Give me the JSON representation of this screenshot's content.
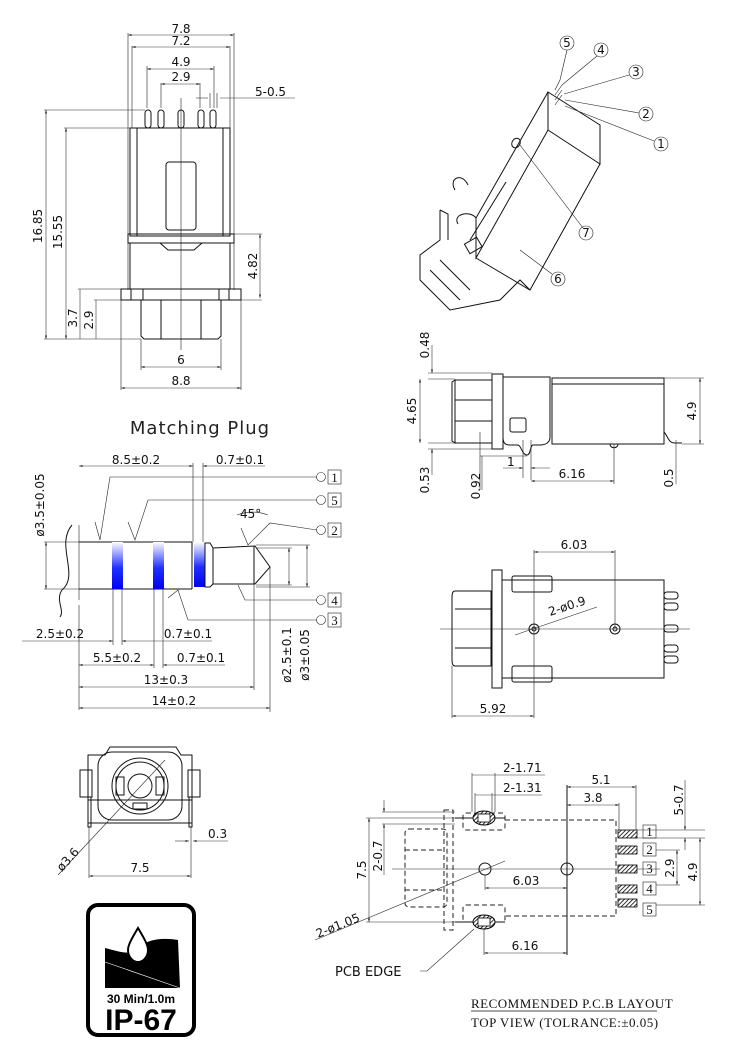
{
  "front_view": {
    "dims": {
      "overall_width": "7.8",
      "body_width": "7.2",
      "outer_pin_span": "4.9",
      "inner_pin_span": "2.9",
      "pin_width": "5-0.5",
      "total_height": "16.85",
      "body_height": "15.55",
      "flange_height": "4.82",
      "nose_height": "3.7",
      "nose_inner_height": "2.9",
      "nose_width": "6",
      "flange_width": "8.8"
    }
  },
  "iso_view": {
    "callouts": [
      "5",
      "4",
      "3",
      "2",
      "1",
      "7",
      "6"
    ]
  },
  "side_view": {
    "dims": {
      "top_offset": "0.48",
      "body_height": "4.65",
      "overall_height": "4.9",
      "bottom_offset": "0.53",
      "peg_depth": "0.92",
      "peg_width": "1",
      "peg_to_pin": "6.16",
      "pin_drop": "0.5"
    }
  },
  "plug": {
    "title": "Matching Plug",
    "dims": {
      "diameter": "ø3.5±0.05",
      "length_sleeve": "8.5±0.2",
      "ring_gap_top": "0.7±0.1",
      "offset_first": "2.5±0.2",
      "ring_1_gap": "0.7±0.1",
      "offset_second": "5.5±0.2",
      "ring_2_gap": "0.7±0.1",
      "length_tip": "13±0.3",
      "length_total": "14±0.2",
      "tip_diameter": "ø2.5±0.1",
      "tip_outer_diameter": "ø3±0.05",
      "chamfer": "45°"
    },
    "pins": [
      "1",
      "5",
      "2",
      "4",
      "3"
    ],
    "band_color": "#0000ff"
  },
  "bottom_view": {
    "dims": {
      "peg_spacing": "6.03",
      "hole": "2-ø0.9",
      "nose_length": "5.92"
    }
  },
  "end_view": {
    "dims": {
      "diameter": "ø3.6",
      "width": "7.5",
      "pin_thickness": "0.3"
    }
  },
  "ip_badge": {
    "depth_label": "30 Min/1.0m",
    "rating": "IP-67"
  },
  "pcb_layout": {
    "dims": {
      "slot_outer": "2-1.71",
      "slot_inner": "2-1.31",
      "pad_extent": "5.1",
      "pad_start": "3.8",
      "pad_width": "5-0.7",
      "slot_spacing": "7.5",
      "slot_width": "2-0.7",
      "inner_pitch": "2.9",
      "outer_pitch": "4.9",
      "hole_spacing": "6.03",
      "slot_to_hole": "6.16",
      "hole": "2-ø1.05"
    },
    "pads": [
      "1",
      "2",
      "3",
      "4",
      "5"
    ],
    "edge_label": "PCB EDGE",
    "caption_title": "RECOMMENDED P.C.B LAYOUT",
    "caption_sub": "TOP VIEW (TOLRANCE:±0.05)"
  }
}
